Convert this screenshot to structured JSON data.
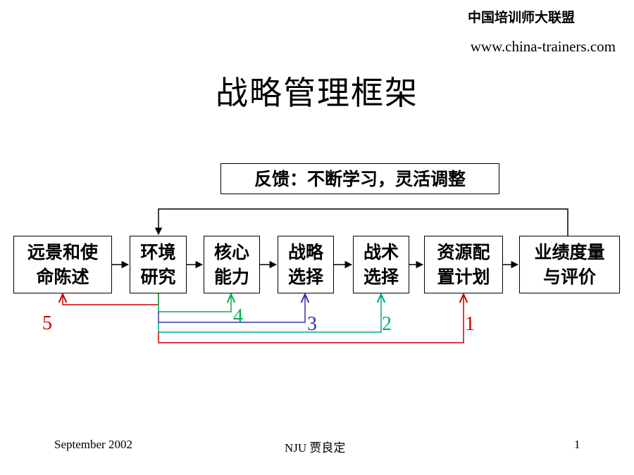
{
  "header": {
    "org": "中国培训师大联盟",
    "url": "www.china-trainers.com"
  },
  "title": "战略管理框架",
  "feedback": "反馈：不断学习，灵活调整",
  "flow": [
    {
      "label": "远景和使\n命陈述"
    },
    {
      "label": "环境\n研究"
    },
    {
      "label": "核心\n能力"
    },
    {
      "label": "战略\n选择"
    },
    {
      "label": "战术\n选择"
    },
    {
      "label": "资源配\n置计划"
    },
    {
      "label": "业绩度量\n与评价"
    }
  ],
  "links": [
    {
      "number": "5",
      "color": "#cc0000"
    },
    {
      "number": "4",
      "color": "#00b050"
    },
    {
      "number": "3",
      "color": "#3333aa"
    },
    {
      "number": "2",
      "color": "#00aa88"
    },
    {
      "number": "1",
      "color": "#cc0000"
    }
  ],
  "footer": {
    "date": "September 2002",
    "author": "NJU 贾良定",
    "page": "1"
  }
}
